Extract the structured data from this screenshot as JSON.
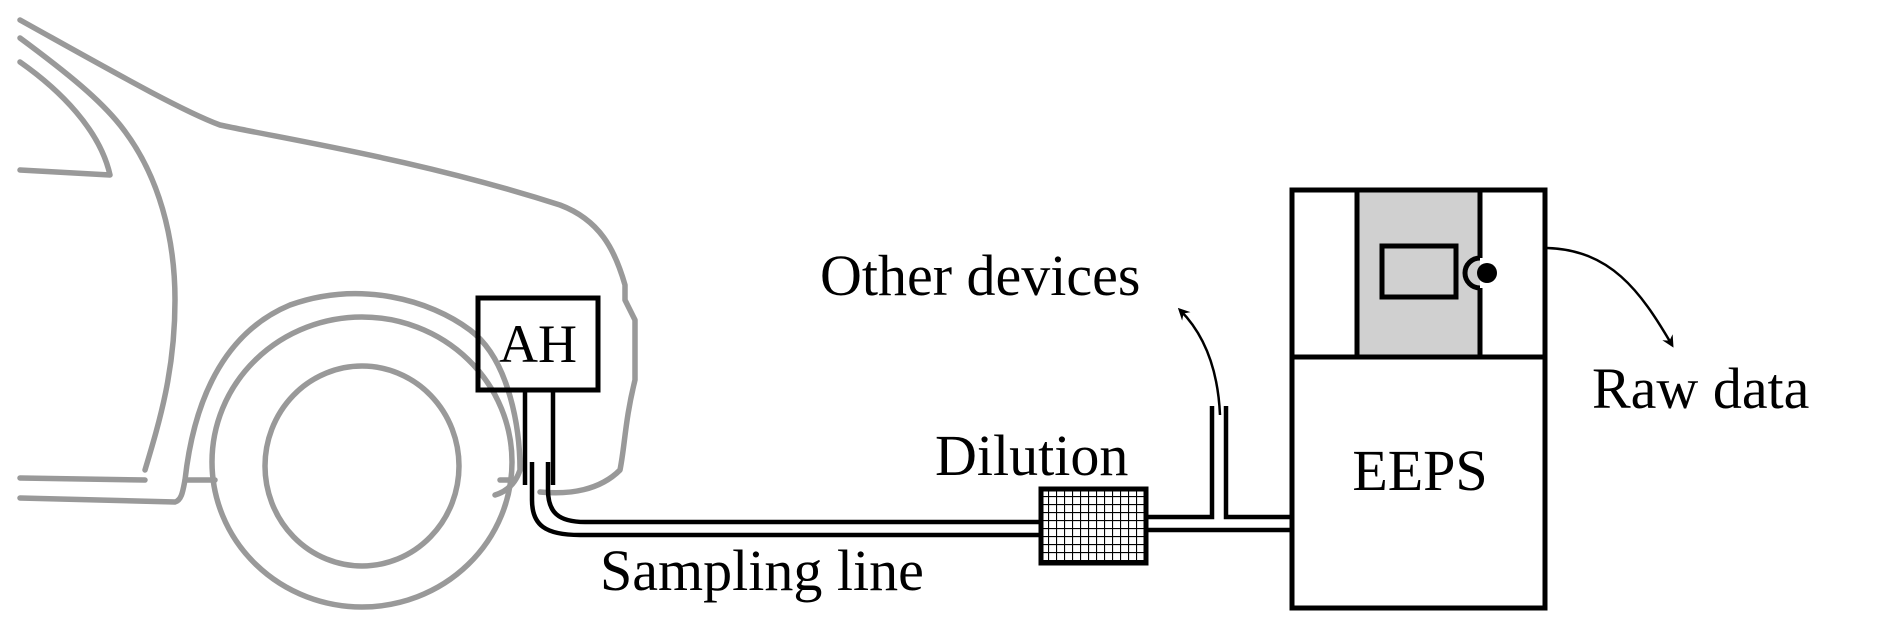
{
  "diagram": {
    "title": "Vehicle exhaust particle measurement setup",
    "colors": {
      "car_outline": "#999999",
      "line": "#000000",
      "eeps_panel": "#d0d0d0",
      "background": "#ffffff"
    },
    "labels": {
      "ah": "AH",
      "other_devices": "Other devices",
      "dilution": "Dilution",
      "sampling_line": "Sampling line",
      "eeps": "EEPS",
      "raw_data": "Raw data"
    },
    "components": [
      {
        "id": "vehicle",
        "kind": "car-outline"
      },
      {
        "id": "ah",
        "kind": "box",
        "label_key": "ah"
      },
      {
        "id": "sampling-line",
        "kind": "double-tube"
      },
      {
        "id": "dilution",
        "kind": "hatched-box"
      },
      {
        "id": "other-devices-branch",
        "kind": "t-branch"
      },
      {
        "id": "eeps",
        "kind": "instrument"
      }
    ],
    "connections": [
      {
        "from": "ah",
        "to": "dilution",
        "via": "sampling-line"
      },
      {
        "from": "dilution",
        "to": "eeps"
      },
      {
        "from": "sampling-line",
        "to": "other-devices",
        "kind": "arrow"
      },
      {
        "from": "eeps",
        "to": "raw-data",
        "kind": "arrow"
      }
    ]
  }
}
